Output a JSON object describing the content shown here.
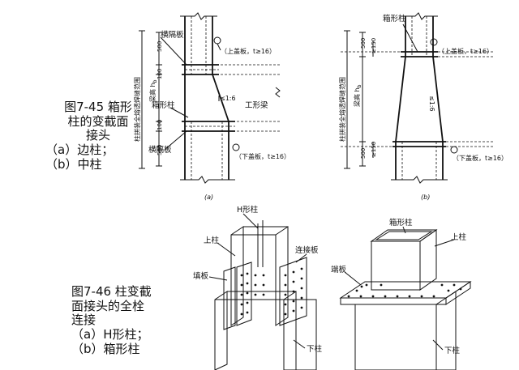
{
  "fig45": {
    "caption": [
      "图7-45 箱形",
      "柱的变截面",
      "接头",
      "（a）边柱；",
      "（b）中柱"
    ],
    "a": {
      "label_h": "横隔板",
      "label_box": "箱形柱",
      "label_h2": "横隔板",
      "label_top": "（上盖板，t≥16）",
      "label_bot": "（下盖板，t≥16）",
      "label_beam": "工形梁",
      "vert_range": "柱拼装全熔透焊缝范围",
      "beam_h": "梁高 h",
      "beam_h_sub": "b",
      "slope": "≤1:6",
      "dims": [
        "500",
        "100",
        "100",
        "500"
      ],
      "sub": "(a)"
    },
    "b": {
      "label_box": "箱形柱",
      "label_top": "（上盖板，t≥16）",
      "label_bot": "（下盖板，t≥16）",
      "vert_range": "柱拼装全熔透焊缝范围",
      "beam_h": "梁高 h",
      "beam_h_sub": "b",
      "slope": "≤1:6",
      "dims": [
        "500",
        "≥150",
        "≥150",
        "500"
      ],
      "sub": "(b)"
    }
  },
  "fig46": {
    "caption": [
      "图7-46 柱变截",
      "面接头的全栓",
      "连接",
      "（a）H形柱；",
      "（b）箱形柱"
    ],
    "a": {
      "label_hcol": "H形柱",
      "label_upper": "上柱",
      "label_plate": "连接板",
      "label_fill": "填板",
      "label_lower": "下柱"
    },
    "b": {
      "label_box": "箱形柱",
      "label_upper": "上柱",
      "label_end": "端板",
      "label_lower": "下柱"
    }
  }
}
